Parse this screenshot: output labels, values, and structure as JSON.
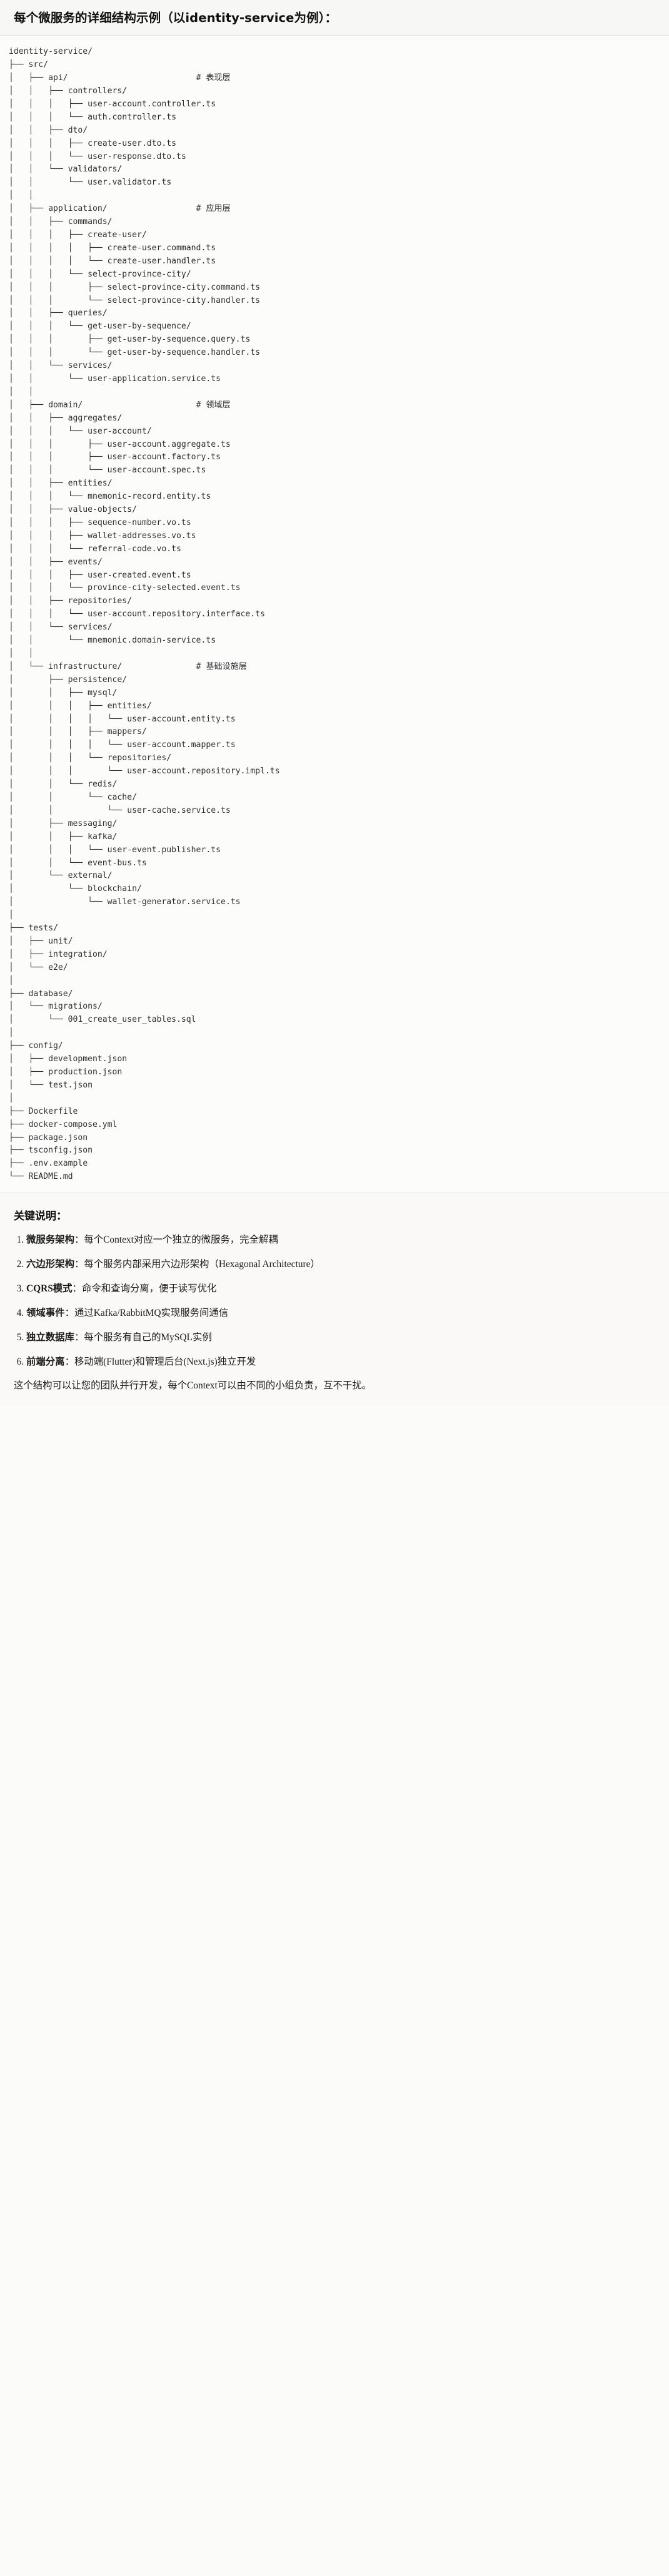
{
  "header": {
    "title": "每个微服务的详细结构示例（以identity-service为例）："
  },
  "tree": {
    "root": "identity-service/",
    "lines": [
      {
        "indent": "",
        "text": "identity-service/",
        "comment": ""
      },
      {
        "indent": "├── ",
        "text": "src/",
        "comment": ""
      },
      {
        "indent": "│   ├── ",
        "text": "api/",
        "comment": "# 表现层"
      },
      {
        "indent": "│   │   ├── ",
        "text": "controllers/",
        "comment": ""
      },
      {
        "indent": "│   │   │   ├── ",
        "text": "user-account.controller.ts",
        "comment": ""
      },
      {
        "indent": "│   │   │   └── ",
        "text": "auth.controller.ts",
        "comment": ""
      },
      {
        "indent": "│   │   ├── ",
        "text": "dto/",
        "comment": ""
      },
      {
        "indent": "│   │   │   ├── ",
        "text": "create-user.dto.ts",
        "comment": ""
      },
      {
        "indent": "│   │   │   └── ",
        "text": "user-response.dto.ts",
        "comment": ""
      },
      {
        "indent": "│   │   └── ",
        "text": "validators/",
        "comment": ""
      },
      {
        "indent": "│   │       └── ",
        "text": "user.validator.ts",
        "comment": ""
      },
      {
        "indent": "│   │",
        "text": "",
        "comment": ""
      },
      {
        "indent": "│   ├── ",
        "text": "application/",
        "comment": "# 应用层"
      },
      {
        "indent": "│   │   ├── ",
        "text": "commands/",
        "comment": ""
      },
      {
        "indent": "│   │   │   ├── ",
        "text": "create-user/",
        "comment": ""
      },
      {
        "indent": "│   │   │   │   ├── ",
        "text": "create-user.command.ts",
        "comment": ""
      },
      {
        "indent": "│   │   │   │   └── ",
        "text": "create-user.handler.ts",
        "comment": ""
      },
      {
        "indent": "│   │   │   └── ",
        "text": "select-province-city/",
        "comment": ""
      },
      {
        "indent": "│   │   │       ├── ",
        "text": "select-province-city.command.ts",
        "comment": ""
      },
      {
        "indent": "│   │   │       └── ",
        "text": "select-province-city.handler.ts",
        "comment": ""
      },
      {
        "indent": "│   │   ├── ",
        "text": "queries/",
        "comment": ""
      },
      {
        "indent": "│   │   │   └── ",
        "text": "get-user-by-sequence/",
        "comment": ""
      },
      {
        "indent": "│   │   │       ├── ",
        "text": "get-user-by-sequence.query.ts",
        "comment": ""
      },
      {
        "indent": "│   │   │       └── ",
        "text": "get-user-by-sequence.handler.ts",
        "comment": ""
      },
      {
        "indent": "│   │   └── ",
        "text": "services/",
        "comment": ""
      },
      {
        "indent": "│   │       └── ",
        "text": "user-application.service.ts",
        "comment": ""
      },
      {
        "indent": "│   │",
        "text": "",
        "comment": ""
      },
      {
        "indent": "│   ├── ",
        "text": "domain/",
        "comment": "# 领域层"
      },
      {
        "indent": "│   │   ├── ",
        "text": "aggregates/",
        "comment": ""
      },
      {
        "indent": "│   │   │   └── ",
        "text": "user-account/",
        "comment": ""
      },
      {
        "indent": "│   │   │       ├── ",
        "text": "user-account.aggregate.ts",
        "comment": ""
      },
      {
        "indent": "│   │   │       ├── ",
        "text": "user-account.factory.ts",
        "comment": ""
      },
      {
        "indent": "│   │   │       └── ",
        "text": "user-account.spec.ts",
        "comment": ""
      },
      {
        "indent": "│   │   ├── ",
        "text": "entities/",
        "comment": ""
      },
      {
        "indent": "│   │   │   └── ",
        "text": "mnemonic-record.entity.ts",
        "comment": ""
      },
      {
        "indent": "│   │   ├── ",
        "text": "value-objects/",
        "comment": ""
      },
      {
        "indent": "│   │   │   ├── ",
        "text": "sequence-number.vo.ts",
        "comment": ""
      },
      {
        "indent": "│   │   │   ├── ",
        "text": "wallet-addresses.vo.ts",
        "comment": ""
      },
      {
        "indent": "│   │   │   └── ",
        "text": "referral-code.vo.ts",
        "comment": ""
      },
      {
        "indent": "│   │   ├── ",
        "text": "events/",
        "comment": ""
      },
      {
        "indent": "│   │   │   ├── ",
        "text": "user-created.event.ts",
        "comment": ""
      },
      {
        "indent": "│   │   │   └── ",
        "text": "province-city-selected.event.ts",
        "comment": ""
      },
      {
        "indent": "│   │   ├── ",
        "text": "repositories/",
        "comment": ""
      },
      {
        "indent": "│   │   │   └── ",
        "text": "user-account.repository.interface.ts",
        "comment": ""
      },
      {
        "indent": "│   │   └── ",
        "text": "services/",
        "comment": ""
      },
      {
        "indent": "│   │       └── ",
        "text": "mnemonic.domain-service.ts",
        "comment": ""
      },
      {
        "indent": "│   │",
        "text": "",
        "comment": ""
      },
      {
        "indent": "│   └── ",
        "text": "infrastructure/",
        "comment": "# 基础设施层"
      },
      {
        "indent": "│       ├── ",
        "text": "persistence/",
        "comment": ""
      },
      {
        "indent": "│       │   ├── ",
        "text": "mysql/",
        "comment": ""
      },
      {
        "indent": "│       │   │   ├── ",
        "text": "entities/",
        "comment": ""
      },
      {
        "indent": "│       │   │   │   └── ",
        "text": "user-account.entity.ts",
        "comment": ""
      },
      {
        "indent": "│       │   │   ├── ",
        "text": "mappers/",
        "comment": ""
      },
      {
        "indent": "│       │   │   │   └── ",
        "text": "user-account.mapper.ts",
        "comment": ""
      },
      {
        "indent": "│       │   │   └── ",
        "text": "repositories/",
        "comment": ""
      },
      {
        "indent": "│       │   │       └── ",
        "text": "user-account.repository.impl.ts",
        "comment": ""
      },
      {
        "indent": "│       │   └── ",
        "text": "redis/",
        "comment": ""
      },
      {
        "indent": "│       │       └── ",
        "text": "cache/",
        "comment": ""
      },
      {
        "indent": "│       │           └── ",
        "text": "user-cache.service.ts",
        "comment": ""
      },
      {
        "indent": "│       ├── ",
        "text": "messaging/",
        "comment": ""
      },
      {
        "indent": "│       │   ├── ",
        "text": "kafka/",
        "comment": ""
      },
      {
        "indent": "│       │   │   └── ",
        "text": "user-event.publisher.ts",
        "comment": ""
      },
      {
        "indent": "│       │   └── ",
        "text": "event-bus.ts",
        "comment": ""
      },
      {
        "indent": "│       └── ",
        "text": "external/",
        "comment": ""
      },
      {
        "indent": "│           └── ",
        "text": "blockchain/",
        "comment": ""
      },
      {
        "indent": "│               └── ",
        "text": "wallet-generator.service.ts",
        "comment": ""
      },
      {
        "indent": "│",
        "text": "",
        "comment": ""
      },
      {
        "indent": "├── ",
        "text": "tests/",
        "comment": ""
      },
      {
        "indent": "│   ├── ",
        "text": "unit/",
        "comment": ""
      },
      {
        "indent": "│   ├── ",
        "text": "integration/",
        "comment": ""
      },
      {
        "indent": "│   └── ",
        "text": "e2e/",
        "comment": ""
      },
      {
        "indent": "│",
        "text": "",
        "comment": ""
      },
      {
        "indent": "├── ",
        "text": "database/",
        "comment": ""
      },
      {
        "indent": "│   └── ",
        "text": "migrations/",
        "comment": ""
      },
      {
        "indent": "│       └── ",
        "text": "001_create_user_tables.sql",
        "comment": ""
      },
      {
        "indent": "│",
        "text": "",
        "comment": ""
      },
      {
        "indent": "├── ",
        "text": "config/",
        "comment": ""
      },
      {
        "indent": "│   ├── ",
        "text": "development.json",
        "comment": ""
      },
      {
        "indent": "│   ├── ",
        "text": "production.json",
        "comment": ""
      },
      {
        "indent": "│   └── ",
        "text": "test.json",
        "comment": ""
      },
      {
        "indent": "│",
        "text": "",
        "comment": ""
      },
      {
        "indent": "├── ",
        "text": "Dockerfile",
        "comment": ""
      },
      {
        "indent": "├── ",
        "text": "docker-compose.yml",
        "comment": ""
      },
      {
        "indent": "├── ",
        "text": "package.json",
        "comment": ""
      },
      {
        "indent": "├── ",
        "text": "tsconfig.json",
        "comment": ""
      },
      {
        "indent": "├── ",
        "text": ".env.example",
        "comment": ""
      },
      {
        "indent": "└── ",
        "text": "README.md",
        "comment": ""
      }
    ],
    "comment_column": 38
  },
  "notes": {
    "heading": "关键说明：",
    "items": [
      {
        "term": "微服务架构",
        "desc": "：每个Context对应一个独立的微服务，完全解耦"
      },
      {
        "term": "六边形架构",
        "desc": "：每个服务内部采用六边形架构（Hexagonal Architecture）"
      },
      {
        "term": "CQRS模式",
        "desc": "：命令和查询分离，便于读写优化"
      },
      {
        "term": "领域事件",
        "desc": "：通过Kafka/RabbitMQ实现服务间通信"
      },
      {
        "term": "独立数据库",
        "desc": "：每个服务有自己的MySQL实例"
      },
      {
        "term": "前端分离",
        "desc": "：移动端(Flutter)和管理后台(Next.js)独立开发"
      }
    ],
    "closing": "这个结构可以让您的团队并行开发，每个Context可以由不同的小组负责，互不干扰。"
  },
  "colors": {
    "page_bg": "#fbfbfa",
    "header_bg": "#f7f7f5",
    "code_bg": "#fcfcfb",
    "notes_bg": "#faf9f7",
    "text": "#1f1f1f",
    "code_text": "#2d2f31",
    "divider": "#e3e2df"
  }
}
